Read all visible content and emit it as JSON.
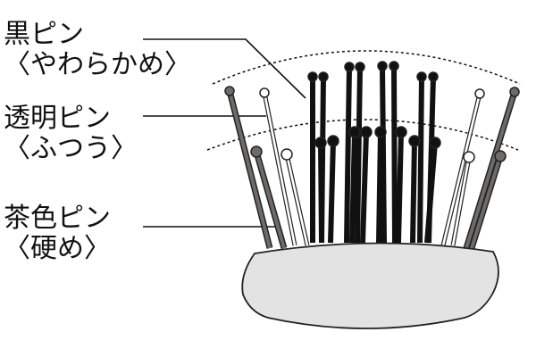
{
  "labels": {
    "black": {
      "name": "黒ピン",
      "desc": "〈やわらかめ〉"
    },
    "clear": {
      "name": "透明ピン",
      "desc": "〈ふつう〉"
    },
    "brown": {
      "name": "茶色ピン",
      "desc": "〈硬め〉"
    }
  },
  "colors": {
    "black_pin": "#111111",
    "clear_pin": "#ffffff",
    "brown_pin": "#6e6a67",
    "base_fill": "#e3e3e3",
    "outline": "#222222"
  }
}
